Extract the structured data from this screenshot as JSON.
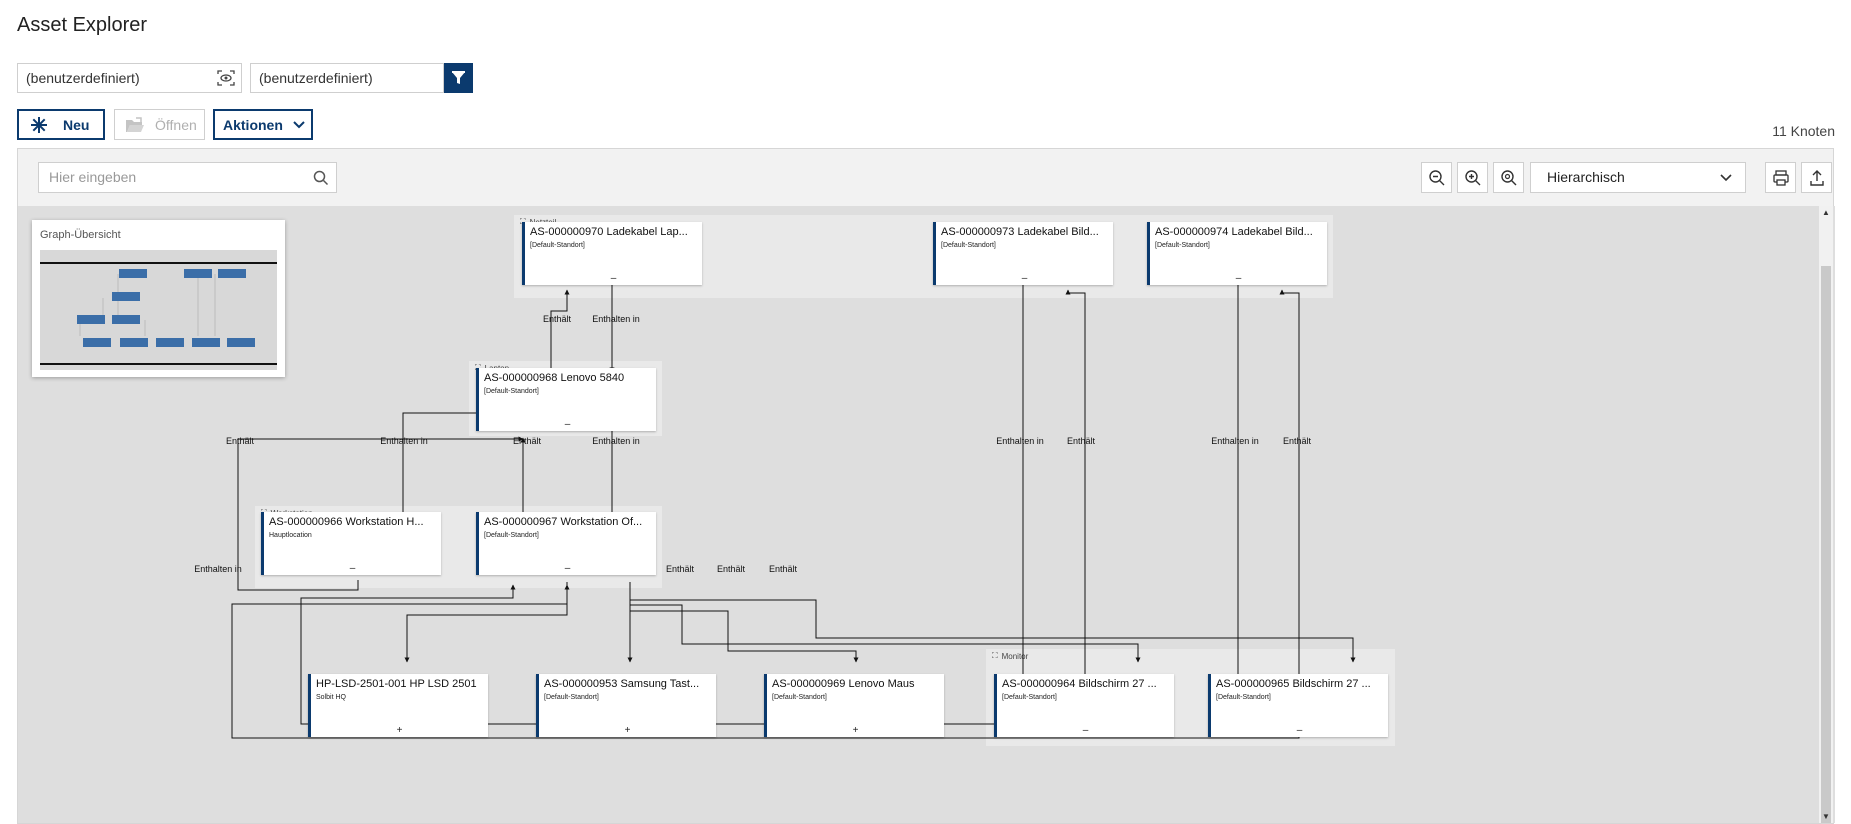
{
  "page_title": "Asset Explorer",
  "filter1": {
    "value": "(benutzerdefiniert)"
  },
  "filter2": {
    "value": "(benutzerdefiniert)"
  },
  "buttons": {
    "new": "Neu",
    "open": "Öffnen",
    "actions": "Aktionen"
  },
  "node_count": "11 Knoten",
  "search": {
    "placeholder": "Hier eingeben"
  },
  "layout_select": {
    "value": "Hierarchisch"
  },
  "overview": {
    "title": "Graph-Übersicht"
  },
  "groups": {
    "netzteil": "Netzteil",
    "laptop": "Laptop",
    "workstation": "Workstation",
    "monitor": "Monitor"
  },
  "nodes": {
    "n970": {
      "title": "AS-000000970 Ladekabel Lap...",
      "sub": "[Default-Standort]",
      "expander": "–"
    },
    "n973": {
      "title": "AS-000000973 Ladekabel Bild...",
      "sub": "[Default-Standort]",
      "expander": "–"
    },
    "n974": {
      "title": "AS-000000974 Ladekabel Bild...",
      "sub": "[Default-Standort]",
      "expander": "–"
    },
    "n968": {
      "title": "AS-000000968 Lenovo 5840",
      "sub": "[Default-Standort]",
      "expander": "–"
    },
    "n966": {
      "title": "AS-000000966 Workstation H...",
      "sub": "Hauptlocation",
      "expander": "–"
    },
    "n967": {
      "title": "AS-000000967 Workstation Of...",
      "sub": "[Default-Standort]",
      "expander": "–"
    },
    "hp": {
      "title": "HP-LSD-2501-001 HP LSD 2501",
      "sub": "Solbit HQ",
      "expander": "+"
    },
    "n953": {
      "title": "AS-000000953 Samsung Tast...",
      "sub": "[Default-Standort]",
      "expander": "+"
    },
    "n969": {
      "title": "AS-000000969 Lenovo Maus",
      "sub": "[Default-Standort]",
      "expander": "+"
    },
    "n964": {
      "title": "AS-000000964 Bildschirm 27 ...",
      "sub": "[Default-Standort]",
      "expander": "–"
    },
    "n965": {
      "title": "AS-000000965 Bildschirm 27 ...",
      "sub": "[Default-Standort]",
      "expander": "–"
    }
  },
  "edge_labels": {
    "enthaelt": "Enthält",
    "enthalten_in": "Enthalten in"
  },
  "icons": [
    "preview-icon",
    "filter-icon",
    "asterisk-icon",
    "folder-open-icon",
    "chevron-down-icon",
    "search-icon",
    "zoom-out-icon",
    "zoom-in-icon",
    "zoom-fit-icon",
    "print-icon",
    "export-icon",
    "group-collapse-icon"
  ],
  "colors": {
    "accent": "#0b3a6e",
    "canvas": "#dedede",
    "group": "#e9e9e9"
  }
}
